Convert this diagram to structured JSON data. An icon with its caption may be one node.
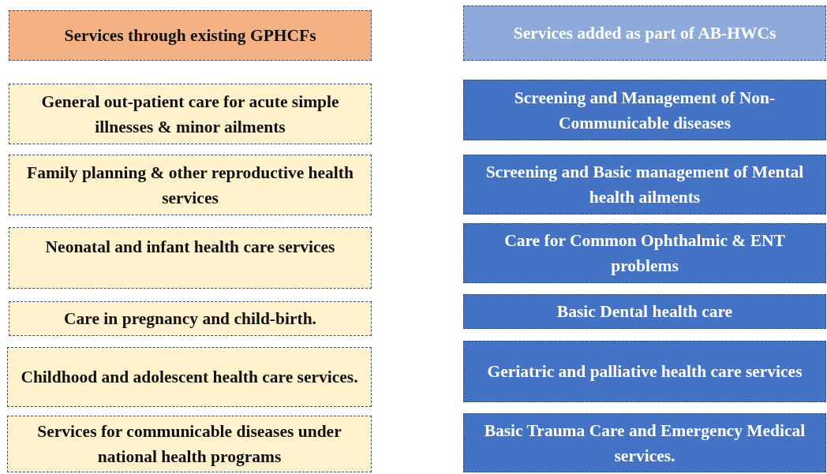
{
  "diagram": {
    "nodes": [
      {
        "text": [
          "Services through existing GPHCFs"
        ]
      },
      {
        "text": [
          "General out-patient care for acute simple illnesses & minor ailments"
        ]
      },
      {
        "text": [
          "Family planning & other reproductive health services"
        ]
      },
      {
        "text": [
          "Neonatal and infant health care services"
        ]
      },
      {
        "text": [
          "Care in pregnancy and child-birth."
        ]
      },
      {
        "text": [
          "Childhood and adolescent health care services."
        ]
      },
      {
        "text": [
          "Services for communicable diseases under national health programs"
        ]
      },
      {
        "text": [
          "Services added as part of AB-HWCs"
        ]
      },
      {
        "text": [
          "Screening and Management of Non-Communicable diseases"
        ]
      },
      {
        "text": [
          "Screening and Basic management of Mental health ailments"
        ]
      },
      {
        "text": [
          "Care for Common Ophthalmic & ENT problems"
        ]
      },
      {
        "text": [
          "Basic Dental health care"
        ]
      },
      {
        "text": [
          "Geriatric and palliative health care services"
        ]
      },
      {
        "text": [
          "Basic Trauma Care and Emergency Medical services."
        ]
      }
    ]
  }
}
